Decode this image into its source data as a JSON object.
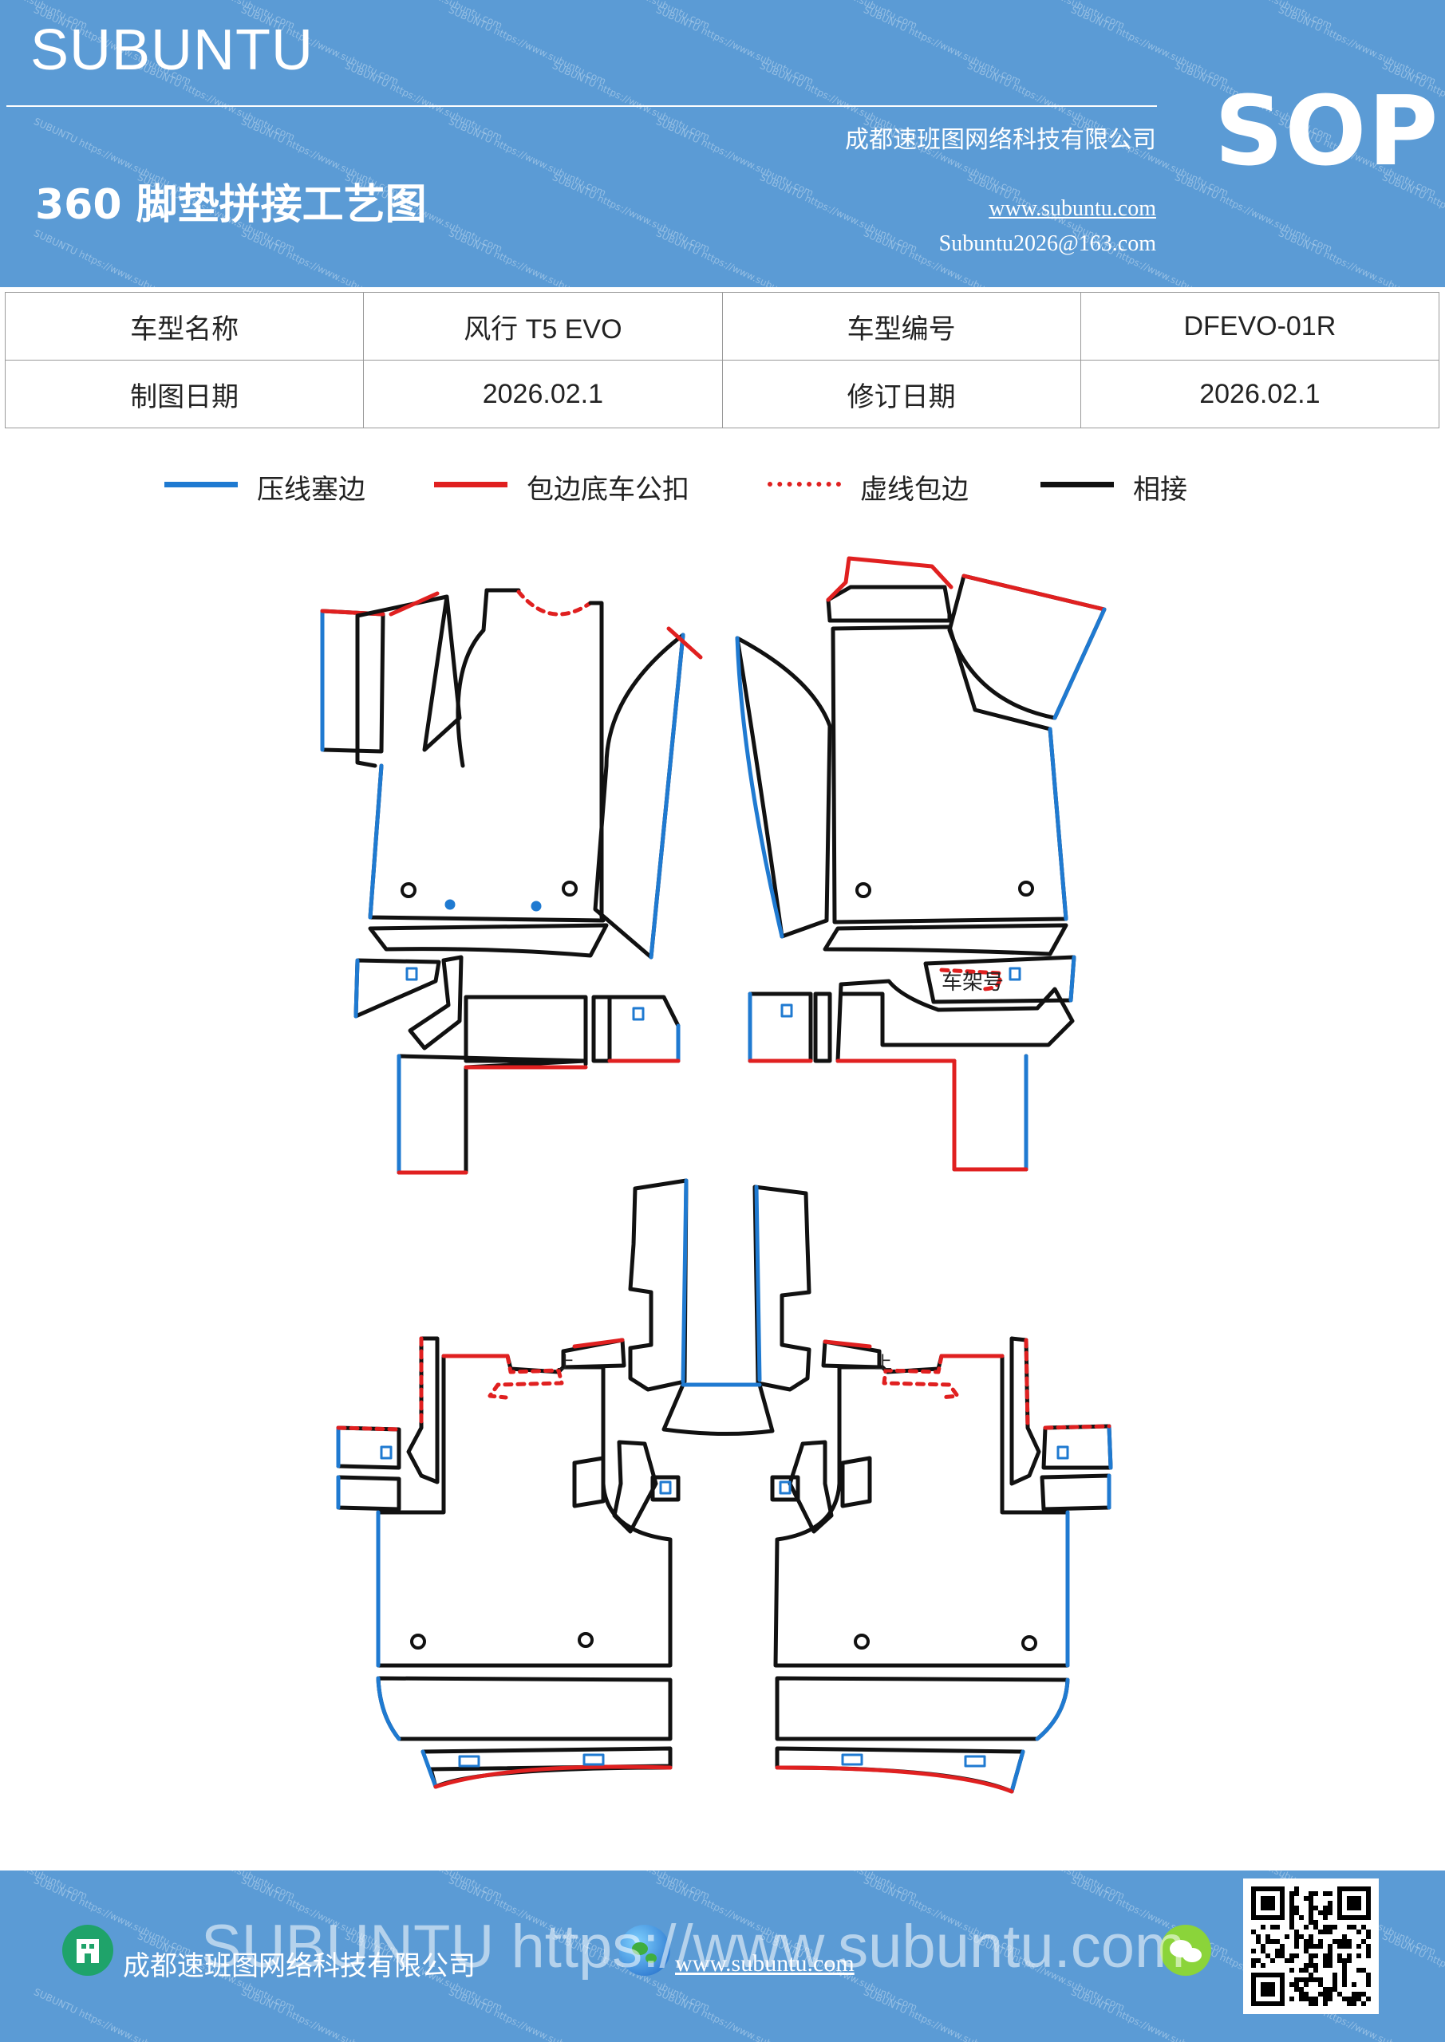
{
  "header": {
    "brand": "SUBUNTU",
    "company": "成都速班图网络科技有限公司",
    "title": "360 脚垫拼接工艺图",
    "website": "www.subuntu.com",
    "email": "Subuntu2026@163.com",
    "badge": "SOP",
    "color": "#5b9bd5"
  },
  "info_table": {
    "rows": [
      [
        {
          "label": "车型名称",
          "value": "风行 T5  EVO"
        },
        {
          "label": "车型编号",
          "value": "DFEVO-01R"
        }
      ],
      [
        {
          "label": "制图日期",
          "value": "2026.02.1"
        },
        {
          "label": "修订日期",
          "value": "2026.02.1"
        }
      ]
    ]
  },
  "legend": [
    {
      "label": "压线塞边",
      "style": "solid",
      "color": "#1f7ad1"
    },
    {
      "label": "包边底车公扣",
      "style": "solid",
      "color": "#e02020"
    },
    {
      "label": "虚线包边",
      "style": "dotted",
      "color": "#e02020"
    },
    {
      "label": "相接",
      "style": "solid",
      "color": "#111111"
    }
  ],
  "diagram": {
    "vin_label": "车架号",
    "clip_mark": "上",
    "colors": {
      "pressed": "#1f7ad1",
      "edge": "#e02020",
      "joint": "#111111"
    }
  },
  "footer": {
    "company": "成都速班图网络科技有限公司",
    "website": "www.subuntu.com",
    "overlay": "SUBUNTU https://www.subuntu.com",
    "icons": [
      "building-icon",
      "globe-icon",
      "wechat-icon"
    ]
  }
}
